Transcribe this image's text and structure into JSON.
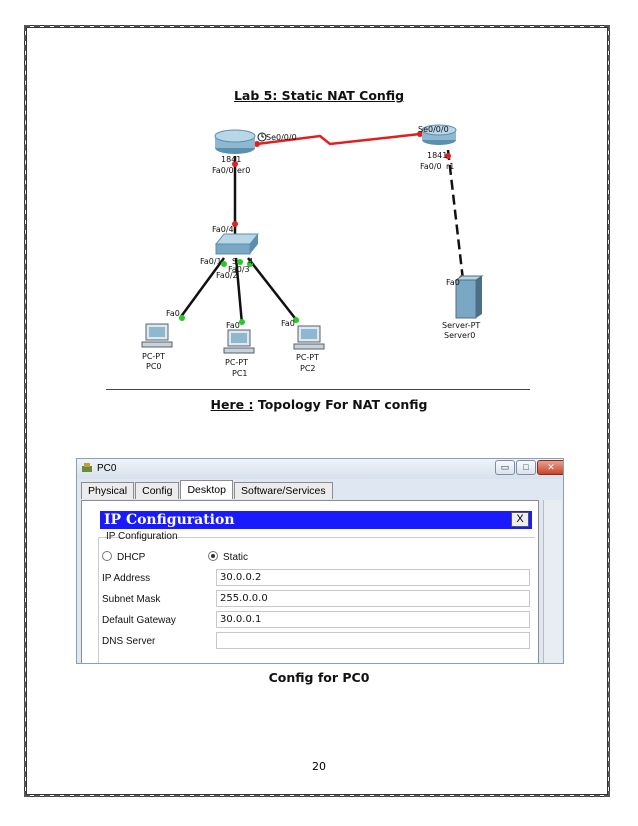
{
  "document": {
    "lab_title": "Lab 5: Static NAT Config",
    "topology_caption_prefix": "Here :",
    "topology_caption_rest": " Topology For NAT config",
    "config_caption": "Config for PC0",
    "page_number": "20"
  },
  "topology": {
    "router0": {
      "name": "1841",
      "port_serial": "Se0/0/0",
      "port_fa": "Fa0/0",
      "label_tail": "er0"
    },
    "router1": {
      "name": "1841",
      "port_serial": "Se0/0/0",
      "port_fa": "Fa0/0",
      "label_tail": "r1"
    },
    "switch_ports": {
      "up": "Fa0/4",
      "p1": "Fa0/1",
      "p2": "Fa0/2",
      "p3": "Fa0/3",
      "name_frag": "S",
      "name_tail": "4"
    },
    "pcs": [
      {
        "port": "Fa0",
        "type": "PC-PT",
        "name": "PC0"
      },
      {
        "port": "Fa0",
        "type": "PC-PT",
        "name": "PC1"
      },
      {
        "port": "Fa0",
        "type": "PC-PT",
        "name": "PC2"
      }
    ],
    "server": {
      "port": "Fa0",
      "type": "Server-PT",
      "name": "Server0"
    },
    "link_colors": {
      "serial": "#e02020",
      "up": "#22cc22",
      "down": "#e02020"
    }
  },
  "window": {
    "title": "PC0",
    "tabs": [
      "Physical",
      "Config",
      "Desktop",
      "Software/Services"
    ],
    "active_tab": "Desktop",
    "panel_title": "IP Configuration",
    "close_label": "X",
    "section_label": "IP Configuration",
    "radio_dhcp": "DHCP",
    "radio_static": "Static",
    "selected_mode": "Static",
    "fields": [
      {
        "label": "IP Address",
        "value": "30.0.0.2"
      },
      {
        "label": "Subnet Mask",
        "value": "255.0.0.0"
      },
      {
        "label": "Default Gateway",
        "value": "30.0.0.1"
      },
      {
        "label": "DNS Server",
        "value": ""
      }
    ]
  }
}
